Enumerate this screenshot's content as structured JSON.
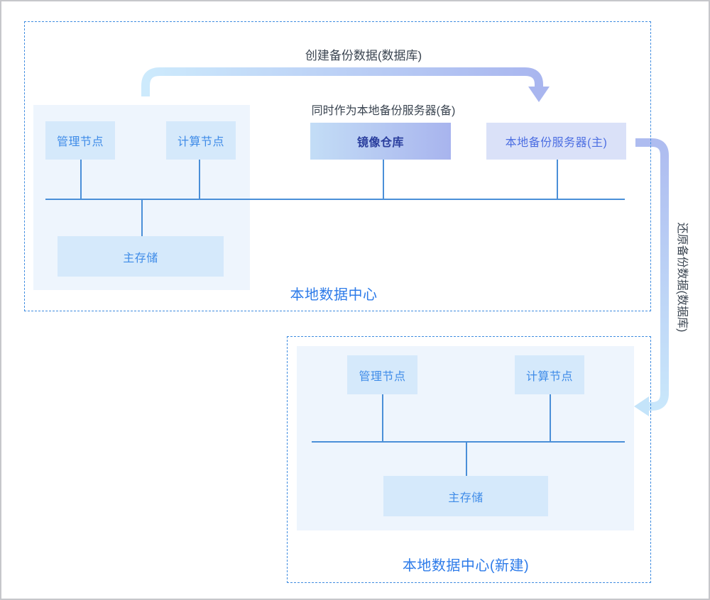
{
  "diagram": {
    "flows": {
      "create_backup_label": "创建备份数据(数据库)",
      "standby_note": "同时作为本地备份服务器(备)",
      "restore_backup_label": "还原备份数据(数据库)"
    },
    "dc1": {
      "title": "本地数据中心",
      "nodes": {
        "mgmt": "管理节点",
        "compute": "计算节点",
        "mirror": "镜像仓库",
        "backup_primary": "本地备份服务器(主)",
        "storage": "主存储"
      }
    },
    "dc2": {
      "title": "本地数据中心(新建)",
      "nodes": {
        "mgmt": "管理节点",
        "compute": "计算节点",
        "storage": "主存储"
      }
    },
    "colors": {
      "dashed_border": "#3f8ce0",
      "bus_line": "#4a8fd8",
      "panel_bg": "#eef5fd",
      "node_bg": "#d5e9fb",
      "node_text": "#3f8ce8",
      "mirror_gradient_start": "#c3ddf6",
      "mirror_gradient_end": "#a8b4ee",
      "mirror_text": "#2b3f9e",
      "backup_primary_bg": "#dae1f8",
      "backup_primary_text": "#4c6ee2",
      "arrow_light_blue": "#cdeafc",
      "arrow_periwinkle": "#a9b6ef",
      "dc_title_text": "#2d7be9",
      "label_text": "#3b4551",
      "outer_border": "#c6c7cb"
    }
  }
}
